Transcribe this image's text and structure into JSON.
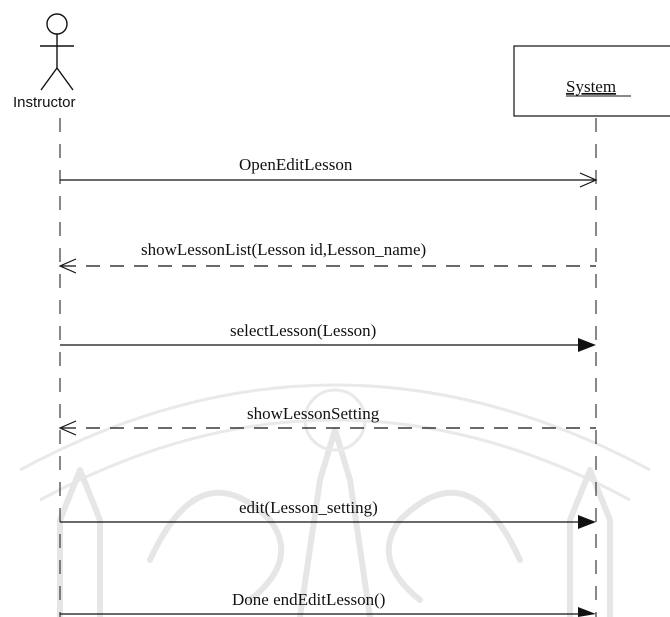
{
  "diagram": {
    "actor": {
      "label": "Instructor"
    },
    "system": {
      "label": "System"
    },
    "messages": [
      {
        "label": "OpenEditLesson",
        "direction": "to-system",
        "style": "solid",
        "head": "open"
      },
      {
        "label": "showLessonList(Lesson id,Lesson_name)",
        "direction": "to-actor",
        "style": "dashed",
        "head": "open"
      },
      {
        "label": "selectLesson(Lesson)",
        "direction": "to-system",
        "style": "solid",
        "head": "filled"
      },
      {
        "label": "showLessonSetting",
        "direction": "to-actor",
        "style": "dashed",
        "head": "open"
      },
      {
        "label": "edit(Lesson_setting)",
        "direction": "to-system",
        "style": "solid",
        "head": "filled"
      },
      {
        "label": "Done endEditLesson()",
        "direction": "to-system",
        "style": "solid",
        "head": "filled"
      }
    ]
  },
  "colors": {
    "ink": "#111111",
    "watermark": "#e6e6e6",
    "background": "#ffffff"
  }
}
